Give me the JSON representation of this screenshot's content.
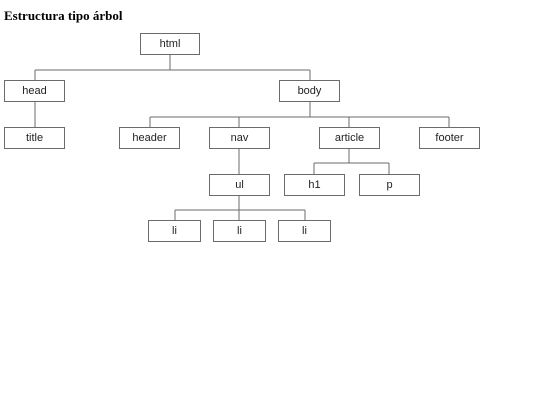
{
  "title": "Estructura tipo árbol",
  "tree": {
    "html": "html",
    "head": "head",
    "body": "body",
    "title": "title",
    "header": "header",
    "nav": "nav",
    "article": "article",
    "footer": "footer",
    "ul": "ul",
    "h1": "h1",
    "p": "p",
    "li": [
      "li",
      "li",
      "li"
    ]
  }
}
